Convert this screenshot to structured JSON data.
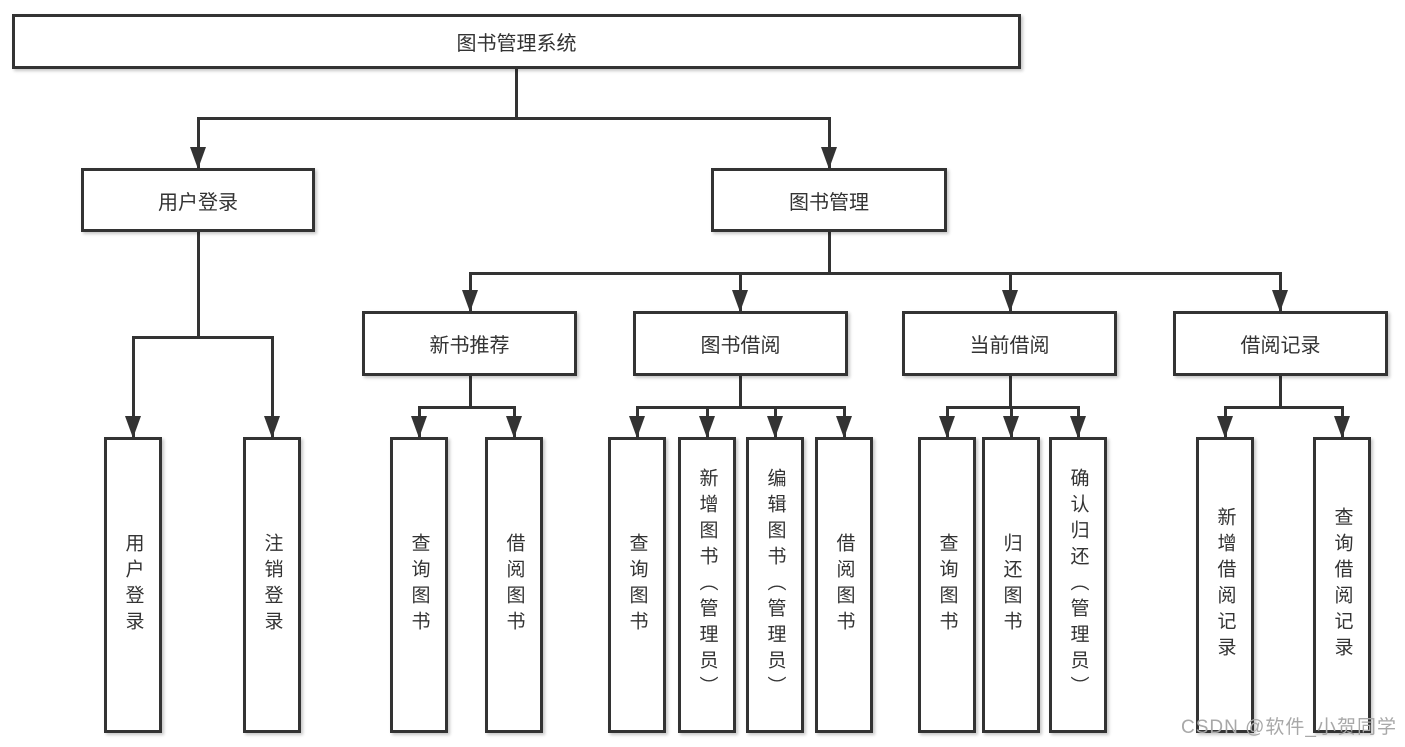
{
  "diagram": {
    "type": "tree",
    "title": "图书管理系统"
  },
  "nodes": {
    "root": {
      "label": "图书管理系统"
    },
    "user_login": {
      "label": "用户登录"
    },
    "book_mgmt": {
      "label": "图书管理"
    },
    "new_book_rec": {
      "label": "新书推荐"
    },
    "book_borrow": {
      "label": "图书借阅"
    },
    "current_borrow": {
      "label": "当前借阅"
    },
    "borrow_records": {
      "label": "借阅记录"
    },
    "leaf_user_login": {
      "label": "用户登录"
    },
    "leaf_logout": {
      "label": "注销登录"
    },
    "leaf_nb_query": {
      "label": "查询图书"
    },
    "leaf_nb_borrow": {
      "label": "借阅图书"
    },
    "leaf_bb_query": {
      "label": "查询图书"
    },
    "leaf_bb_add": {
      "label": "新增图书（管理员）"
    },
    "leaf_bb_edit": {
      "label": "编辑图书（管理员）"
    },
    "leaf_bb_borrow": {
      "label": "借阅图书"
    },
    "leaf_cb_query": {
      "label": "查询图书"
    },
    "leaf_cb_return": {
      "label": "归还图书"
    },
    "leaf_cb_confirm": {
      "label": "确认归还（管理员）"
    },
    "leaf_br_add": {
      "label": "新增借阅记录"
    },
    "leaf_br_query": {
      "label": "查询借阅记录"
    }
  },
  "hierarchy": {
    "图书管理系统": [
      "用户登录",
      "图书管理"
    ],
    "用户登录": [
      "用户登录",
      "注销登录"
    ],
    "图书管理": [
      "新书推荐",
      "图书借阅",
      "当前借阅",
      "借阅记录"
    ],
    "新书推荐": [
      "查询图书",
      "借阅图书"
    ],
    "图书借阅": [
      "查询图书",
      "新增图书（管理员）",
      "编辑图书（管理员）",
      "借阅图书"
    ],
    "当前借阅": [
      "查询图书",
      "归还图书",
      "确认归还（管理员）"
    ],
    "借阅记录": [
      "新增借阅记录",
      "查询借阅记录"
    ]
  },
  "watermark": {
    "text": "CSDN @软件_小贺同学"
  },
  "colors": {
    "line": "#333333",
    "border": "#333333",
    "background": "#ffffff",
    "text": "#333333",
    "watermark": "#a8a8a8"
  }
}
